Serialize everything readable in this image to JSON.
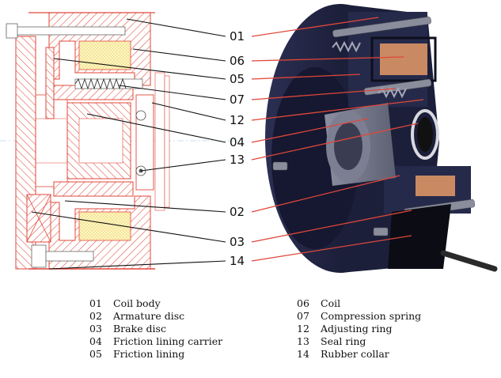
{
  "callouts": [
    {
      "num": "01",
      "name": "Coil body"
    },
    {
      "num": "06",
      "name": "Coil"
    },
    {
      "num": "05",
      "name": "Friction lining"
    },
    {
      "num": "07",
      "name": "Compression spring"
    },
    {
      "num": "12",
      "name": "Adjusting ring"
    },
    {
      "num": "04",
      "name": "Friction lining carrier"
    },
    {
      "num": "13",
      "name": "Seal ring"
    },
    {
      "num": "02",
      "name": "Armature disc"
    },
    {
      "num": "03",
      "name": "Brake disc"
    },
    {
      "num": "14",
      "name": "Rubber collar"
    }
  ],
  "legend": {
    "left": [
      {
        "num": "01",
        "name": "Coil body"
      },
      {
        "num": "02",
        "name": "Armature disc"
      },
      {
        "num": "03",
        "name": "Brake disc"
      },
      {
        "num": "04",
        "name": "Friction lining carrier"
      },
      {
        "num": "05",
        "name": "Friction lining"
      }
    ],
    "right": [
      {
        "num": "06",
        "name": "Coil"
      },
      {
        "num": "07",
        "name": "Compression spring"
      },
      {
        "num": "12",
        "name": "Adjusting ring"
      },
      {
        "num": "13",
        "name": "Seal ring"
      },
      {
        "num": "14",
        "name": "Rubber collar"
      }
    ]
  },
  "colors": {
    "section_hatch": "#e0473a",
    "coil_fill": "#fff6c0",
    "leader_left": "#111111",
    "leader_right": "#e0473a",
    "body_dark": "#1c1f3a",
    "copper": "#c98a63"
  }
}
